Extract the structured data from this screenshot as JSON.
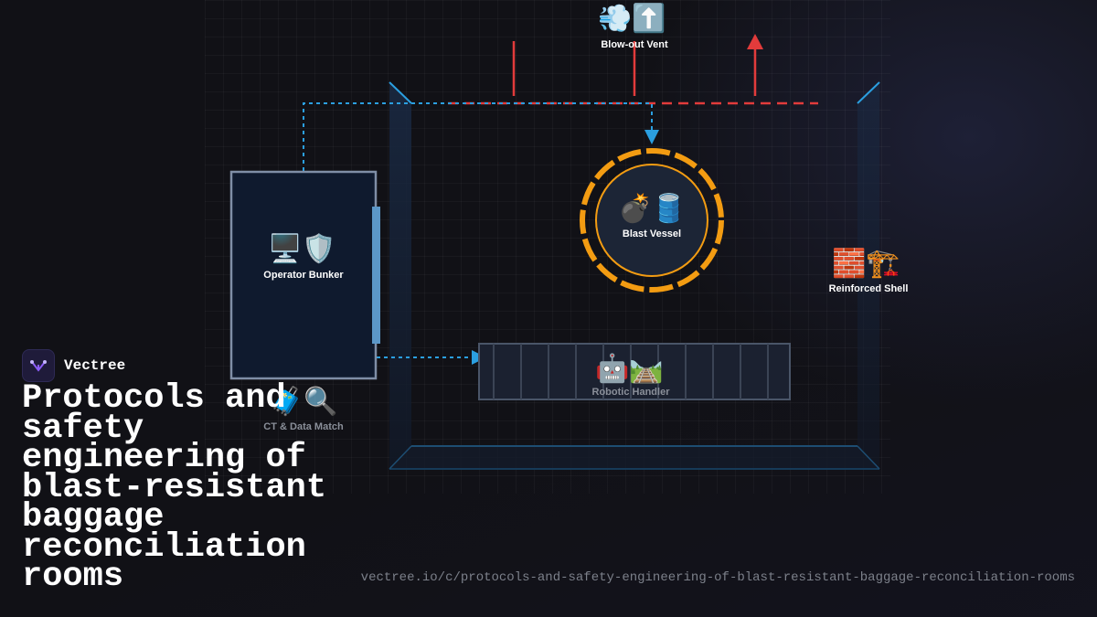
{
  "brand": {
    "name": "Vectree"
  },
  "title": "Protocols and safety engineering of blast-resistant baggage reconciliation rooms",
  "url": "vectree.io/c/protocols-and-safety-engineering-of-blast-resistant-baggage-reconciliation-rooms",
  "diagram": {
    "blowout_vent": {
      "icon": "💨⬆️",
      "label": "Blow-out Vent"
    },
    "blast_vessel": {
      "icon": "💣🛢️",
      "label": "Blast Vessel"
    },
    "reinforced_shell": {
      "icon": "🧱🏗️",
      "label": "Reinforced Shell"
    },
    "operator_bunker": {
      "icon": "🖥️🛡️",
      "label": "Operator Bunker"
    },
    "robotic_handler": {
      "icon": "🤖🛤️",
      "label": "Robotic Handler"
    },
    "ct_data_match": {
      "icon": "🧳🔍",
      "label": "CT & Data Match"
    }
  },
  "colors": {
    "background": "#111116",
    "wall_blue": "#2b9fe0",
    "vent_red": "#e23b3b",
    "vessel_orange": "#f39c12",
    "bunker_navy": "#0f1a2e",
    "brand_accent": "#8b5cf6"
  }
}
